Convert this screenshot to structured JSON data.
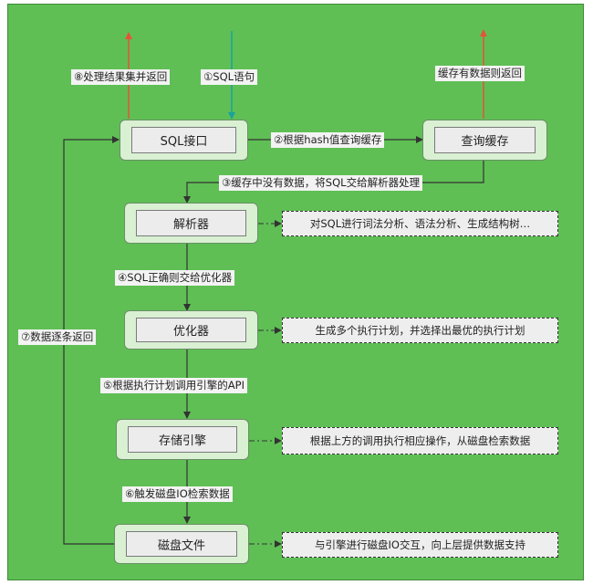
{
  "boxes": {
    "sql_interface": "SQL接口",
    "query_cache": "查询缓存",
    "parser": "解析器",
    "optimizer": "优化器",
    "storage_engine": "存储引擎",
    "disk_file": "磁盘文件"
  },
  "notes": {
    "parser": "对SQL进行词法分析、语法分析、生成结构树…",
    "optimizer": "生成多个执行计划，并选择出最优的执行计划",
    "storage_engine": "根据上方的调用执行相应操作，从磁盘检索数据",
    "disk_file": "与引擎进行磁盘IO交互，向上层提供数据支持"
  },
  "labels": {
    "step1": "①SQL语句",
    "step2": "②根据hash值查询缓存",
    "step3": "③缓存中没有数据，将SQL交给解析器处理",
    "step4": "④SQL正确则交给优化器",
    "step5": "⑤根据执行计划调用引擎的API",
    "step6": "⑥触发磁盘IO检索数据",
    "step7": "⑦数据逐条返回",
    "step8": "⑧处理结果集并返回",
    "cache_return": "缓存有数据则返回"
  },
  "colors": {
    "background": "#5fbf55",
    "box_outer": "#d9f0d3",
    "box_inner": "#ececec",
    "arrow_out": "#e5533d",
    "arrow_in": "#1aa39a",
    "line": "#333333"
  }
}
